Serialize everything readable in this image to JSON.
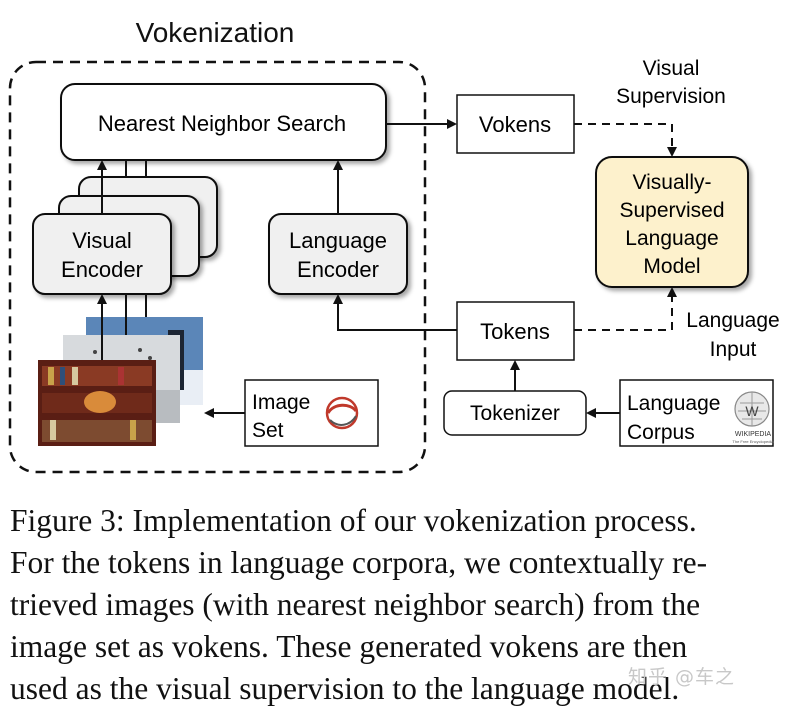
{
  "diagram": {
    "group_title": "Vokenization",
    "nearest_neighbor": "Nearest Neighbor Search",
    "visual_encoder": [
      "Visual",
      "Encoder"
    ],
    "language_encoder": [
      "Language",
      "Encoder"
    ],
    "image_set": [
      "Image",
      "Set"
    ],
    "vokens": "Vokens",
    "tokens": "Tokens",
    "tokenizer": "Tokenizer",
    "language_corpus": [
      "Language",
      "Corpus"
    ],
    "wikipedia_label": "WIKIPEDIA",
    "wikipedia_tagline": "The Free Encyclopedia",
    "visual_supervision": [
      "Visual",
      "Supervision"
    ],
    "vslm": [
      "Visually-",
      "Supervised",
      "Language",
      "Model"
    ],
    "language_input": [
      "Language",
      "Input"
    ]
  },
  "caption": [
    "Figure 3: Implementation of our vokenization process.",
    "For the tokens in language corpora, we contextually re-",
    "trieved images (with nearest neighbor search) from the",
    "image set as vokens. These generated vokens are then",
    "used as the visual supervision to the language model."
  ],
  "watermark": "知乎 @车之",
  "colors": {
    "vslm_fill": "#fdf1cc",
    "encoder_fill": "#f0f0f0",
    "stroke": "#111111"
  }
}
